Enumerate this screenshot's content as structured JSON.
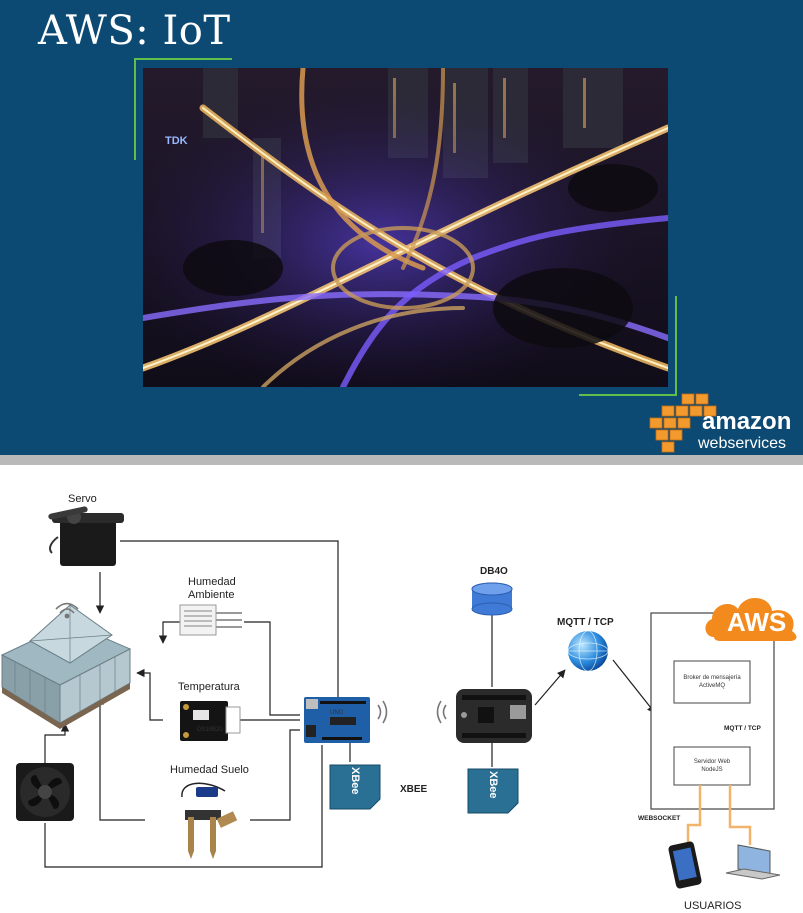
{
  "slide": {
    "title": "AWS: IoT",
    "logo": {
      "line1": "amazon",
      "line2": "webservices"
    },
    "colors": {
      "background": "#0c4a73",
      "accent": "#5fbf4a",
      "logo_orange": "#f29a2e"
    }
  },
  "diagram": {
    "labels": {
      "servo": "Servo",
      "humedad_ambiente_1": "Humedad",
      "humedad_ambiente_2": "Ambiente",
      "temperatura": "Temperatura",
      "humedad_suelo": "Humedad Suelo",
      "xbee_link": "XBEE",
      "db": "DB4O",
      "mqtt_outer": "MQTT / TCP",
      "cloud": "AWS",
      "broker_1": "Broker de mensajería",
      "broker_2": "ActiveMQ",
      "mqtt_inner": "MQTT / TCP",
      "server_1": "Servidor Web",
      "server_2": "NodeJS",
      "websocket": "WEBSOCKET",
      "usuarios": "USUARIOS",
      "xbee_module": "XBee"
    },
    "icons": [
      "servo-icon",
      "humidity-sensor-icon",
      "temperature-sensor-icon",
      "soil-sensor-icon",
      "greenhouse-icon",
      "fan-icon",
      "wifi-icon",
      "arduino-board-icon",
      "xbee-module-icon",
      "database-icon",
      "beaglebone-board-icon",
      "globe-icon",
      "aws-cloud-icon",
      "smartphone-icon",
      "laptop-icon"
    ]
  }
}
